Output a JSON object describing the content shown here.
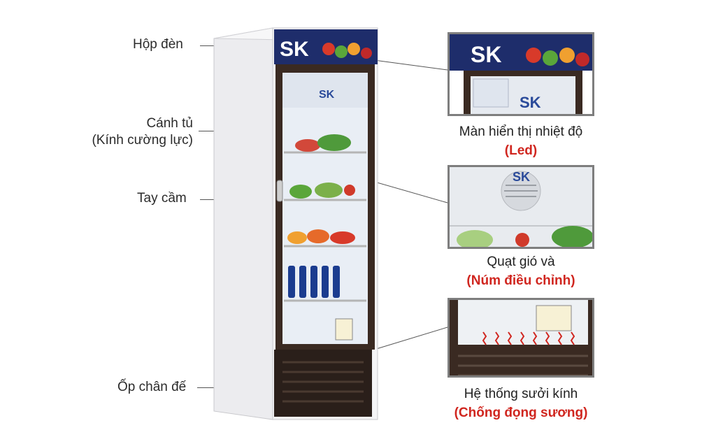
{
  "left_labels": {
    "hop_den": "Hộp đèn",
    "canh_tu_line1": "Cánh tủ",
    "canh_tu_line2": "(Kính cường lực)",
    "tay_cam": "Tay cầm",
    "op_chan_de": "Ốp chân đế"
  },
  "right_captions": {
    "led_line1": "Màn hiển thị nhiệt độ",
    "led_line2": "(Led)",
    "fan_line1": "Quạt gió và",
    "fan_line2": "(Núm điều chỉnh)",
    "heater_line1": "Hệ thống sưởi kính",
    "heater_line2": "(Chống đọng sương)"
  },
  "brand": "SK",
  "colors": {
    "accent_red": "#d0261f",
    "frame_brown": "#3a2a22",
    "cabinet_white": "#f2f2f4",
    "panel_border": "#7e7e7e"
  }
}
